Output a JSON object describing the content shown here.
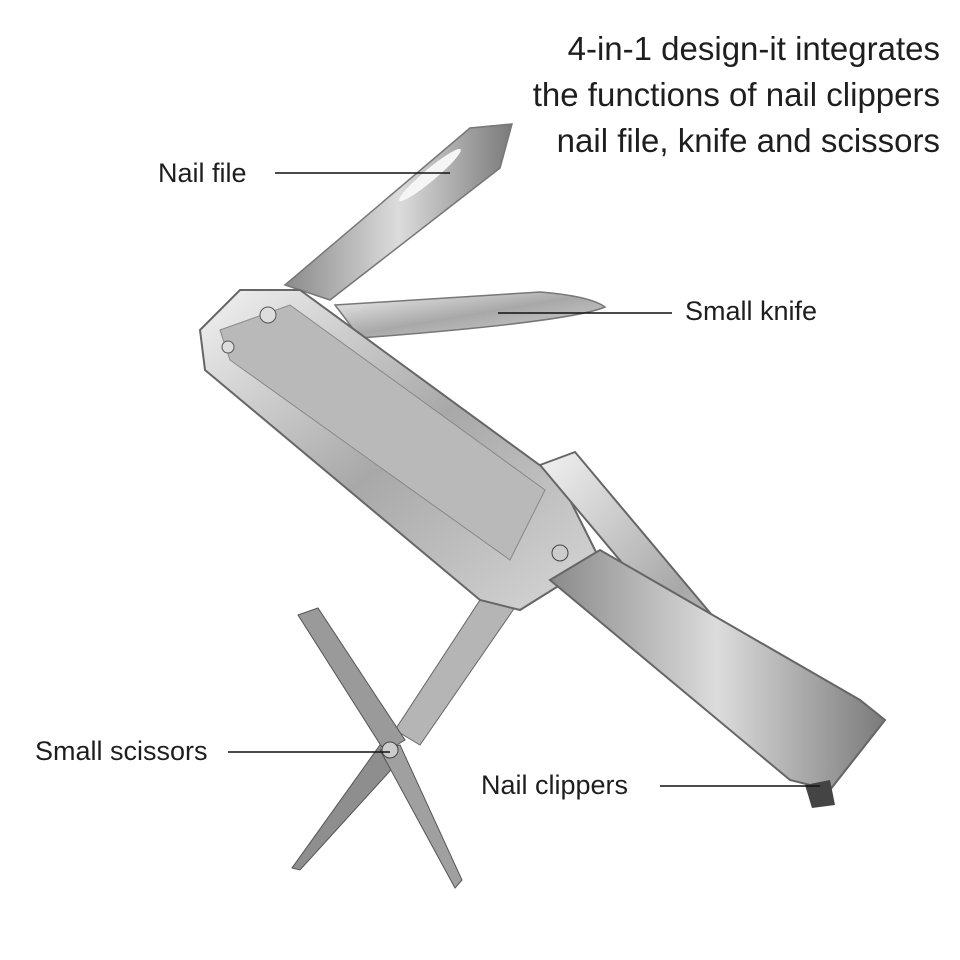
{
  "headline": {
    "lines": [
      "4-in-1 design-it integrates",
      "the functions of nail clippers",
      "nail file, knife and scissors"
    ]
  },
  "callouts": {
    "nail_file": "Nail file",
    "small_knife": "Small knife",
    "small_scissors": "Small scissors",
    "nail_clippers": "Nail clippers"
  },
  "colors": {
    "steel_light": "#e6e6e6",
    "steel_mid": "#a9a9a9",
    "steel_dark": "#6e6e6e",
    "text": "#1e1e1e"
  }
}
